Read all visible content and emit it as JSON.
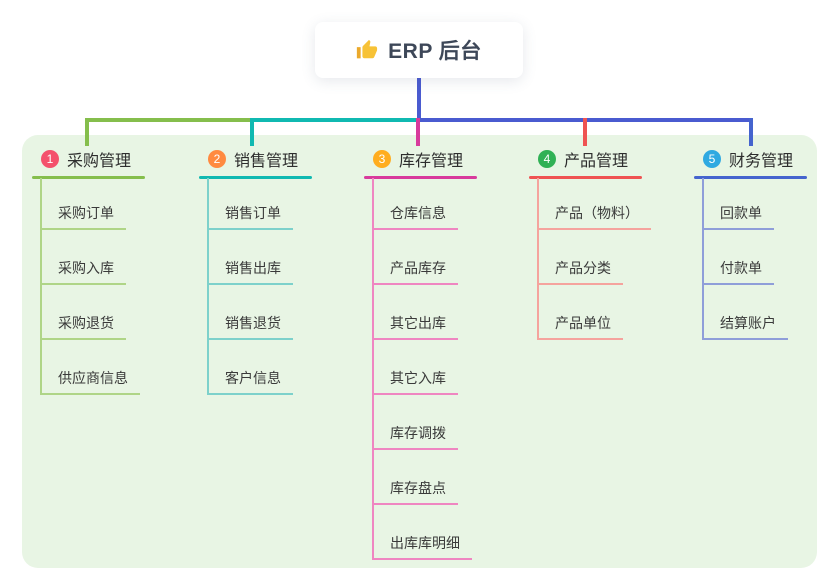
{
  "title": {
    "icon": "thumbs-up-icon",
    "text": "ERP 后台"
  },
  "canvas": {
    "background": "#ffffff",
    "panel_background": "#E8F5E4",
    "trunk_color": "#4A5BD0",
    "text_color": "#2D2D2D",
    "title_color": "#3D4758",
    "icon_color": "#F7C236"
  },
  "branches": [
    {
      "badge": "1",
      "label": "采购管理",
      "color": "#85BE4C",
      "light_color": "#AFD587",
      "badge_color": "#F4516C",
      "children": [
        "采购订单",
        "采购入库",
        "采购退货",
        "供应商信息"
      ]
    },
    {
      "badge": "2",
      "label": "销售管理",
      "color": "#10B9B1",
      "light_color": "#7DD1CB",
      "badge_color": "#FF8A40",
      "children": [
        "销售订单",
        "销售出库",
        "销售退货",
        "客户信息"
      ]
    },
    {
      "badge": "3",
      "label": "库存管理",
      "color": "#D83A9C",
      "light_color": "#EF86C1",
      "badge_color": "#FFAD1F",
      "children": [
        "仓库信息",
        "产品库存",
        "其它出库",
        "其它入库",
        "库存调拨",
        "库存盘点",
        "出库库明细"
      ]
    },
    {
      "badge": "4",
      "label": "产品管理",
      "color": "#EF5352",
      "light_color": "#F5A39D",
      "badge_color": "#30B155",
      "children": [
        "产品（物料）",
        "产品分类",
        "产品单位"
      ]
    },
    {
      "badge": "5",
      "label": "财务管理",
      "color": "#4564CE",
      "light_color": "#8F9ED9",
      "badge_color": "#2FA9E1",
      "children": [
        "回款单",
        "付款单",
        "结算账户"
      ]
    }
  ]
}
